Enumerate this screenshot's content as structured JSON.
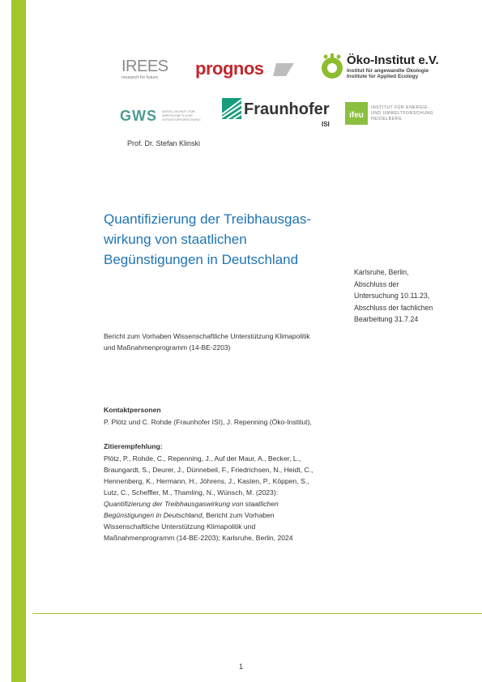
{
  "logos": {
    "irees": {
      "name": "IREES",
      "tagline": "research for future."
    },
    "prognos": {
      "name": "prognos"
    },
    "oeko": {
      "name": "Öko-Institut e.V.",
      "line1": "Institut für angewandte Ökologie",
      "line2": "Institute for Applied Ecology"
    },
    "gws": {
      "name": "GWS",
      "tagline": "GESELLSCHAFT FÜR WIRTSCHAFTLICHE STRUKTURFORSCHUNG"
    },
    "fraunhofer": {
      "name": "Fraunhofer",
      "unit": "ISI"
    },
    "ifeu": {
      "name": "ifeu",
      "line1": "INSTITUT FÜR ENERGIE-",
      "line2": "UND UMWELTFORSCHUNG",
      "line3": "HEIDELBERG"
    }
  },
  "author": "Prof. Dr. Stefan Klinski",
  "title_lines": [
    "Quantifizierung der Treibhausgas-",
    "wirkung von staatlichen",
    "Begünstigungen in Deutschland"
  ],
  "meta_lines": [
    "Karlsruhe, Berlin,",
    "Abschluss der",
    "Untersuchung 10.11.23,",
    "Abschluss der fachlichen",
    "Bearbeitung 31.7.24"
  ],
  "report_lines": [
    "Bericht zum Vorhaben Wissenschaftliche Unterstützung Klimapolitik",
    "und Maßnahmenprogramm (14-BE-2203)"
  ],
  "contacts": {
    "heading": "Kontaktpersonen",
    "text": "P. Plötz und C. Rohde (Fraunhofer ISI), J. Repenning (Öko-Institut),"
  },
  "citation": {
    "heading": "Zitierempfehlung:",
    "lines": [
      "Plötz, P., Rohde, C., Repenning, J., Auf der Maur, A., Becker, L.,",
      "Braungardt, S., Deurer, J., Dünnebeil, F., Friedrichsen, N., Heidt, C.,",
      "Hennenberg, K., Hermann, H., Jöhrens, J., Kasten, P., Köppen, S.,",
      "Lutz, C., Scheffler, M., Thamling, N., Wünsch, M. (2023):"
    ],
    "italic1": "Quantifizierung der Treibhausgaswirkung von staatlichen",
    "italic2": "Begünstigungen in Deutschland",
    "after_italic2": ", Bericht zum Vorhaben",
    "lines_after": [
      "Wissenschaftliche Unterstützung Klimapolitik und",
      "Maßnahmenprogramm (14-BE-2203); Karlsruhe, Berlin, 2024"
    ]
  },
  "page_number": "1",
  "colors": {
    "accent_green": "#a2c62c",
    "title_blue": "#1f74b3",
    "prognos_red": "#c2272d"
  }
}
